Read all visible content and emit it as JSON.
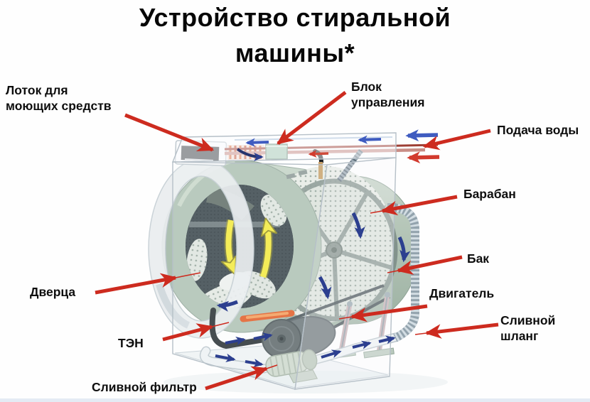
{
  "title": {
    "text": "Устройство стиральной\nмашины*"
  },
  "labels": {
    "detergent_tray": "Лоток для\nмоющих средств",
    "control_unit": "Блок\nуправления",
    "water_supply": "Подача воды",
    "drum": "Барабан",
    "tub": "Бак",
    "door": "Дверца",
    "heater": "ТЭН",
    "motor": "Двигатель",
    "drain_hose": "Сливной\nшланг",
    "drain_filter": "Сливной фильтр"
  },
  "colors": {
    "label_text": "#0e0e0e",
    "pointer_arrow_red": "#cd2b1f",
    "flow_arrow_blue": "#2c3f8f",
    "water_cold_arrow": "#3f5cc0",
    "water_hot_arrow": "#d23a2e",
    "tub_green": "#adc0b1",
    "drum_interior": "#323f45",
    "tumble_arrow_yellow": "#f4ea35",
    "heater_glow_orange": "#e2571f",
    "cabinet_glass": "#eef2f5"
  }
}
